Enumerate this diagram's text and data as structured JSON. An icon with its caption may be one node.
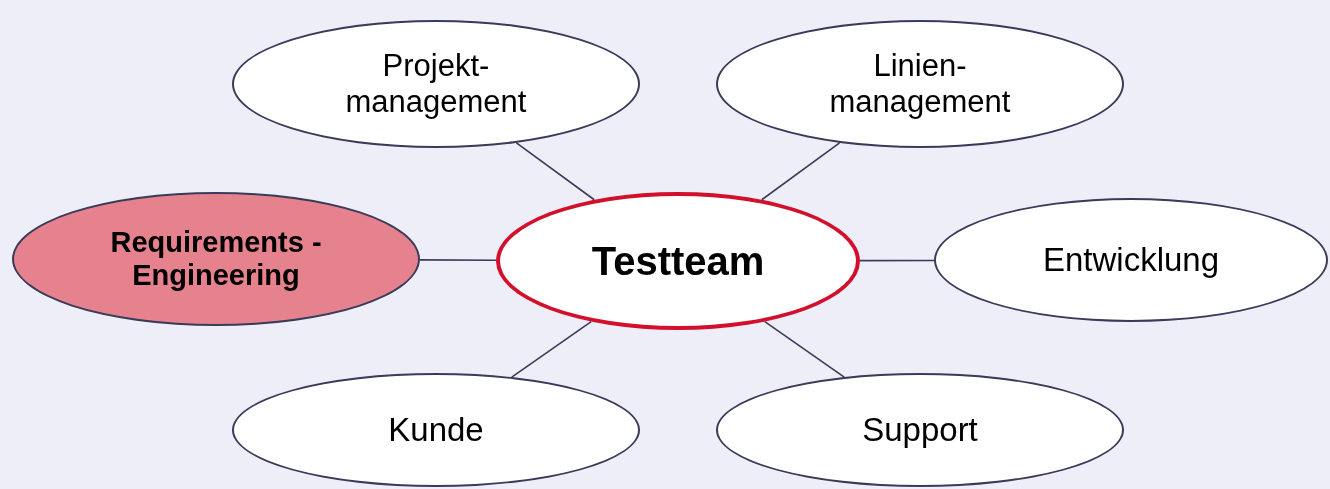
{
  "diagram": {
    "nodes": [
      {
        "text": [
          "Projekt- management"
        ]
      },
      {
        "text": [
          "Linien- management"
        ]
      },
      {
        "text": [
          "Requirements -Engineering"
        ]
      },
      {
        "text": [
          "Testteam"
        ]
      },
      {
        "text": [
          "Entwicklung"
        ]
      },
      {
        "text": [
          "Kunde"
        ]
      },
      {
        "text": [
          "Support"
        ]
      }
    ],
    "edges": [
      {
        "from": 3,
        "to": 0,
        "arrow": "none"
      },
      {
        "from": 3,
        "to": 1,
        "arrow": "none"
      },
      {
        "from": 3,
        "to": 2,
        "arrow": "none"
      },
      {
        "from": 3,
        "to": 4,
        "arrow": "none"
      },
      {
        "from": 3,
        "to": 5,
        "arrow": "none"
      },
      {
        "from": 3,
        "to": 6,
        "arrow": "none"
      }
    ]
  }
}
